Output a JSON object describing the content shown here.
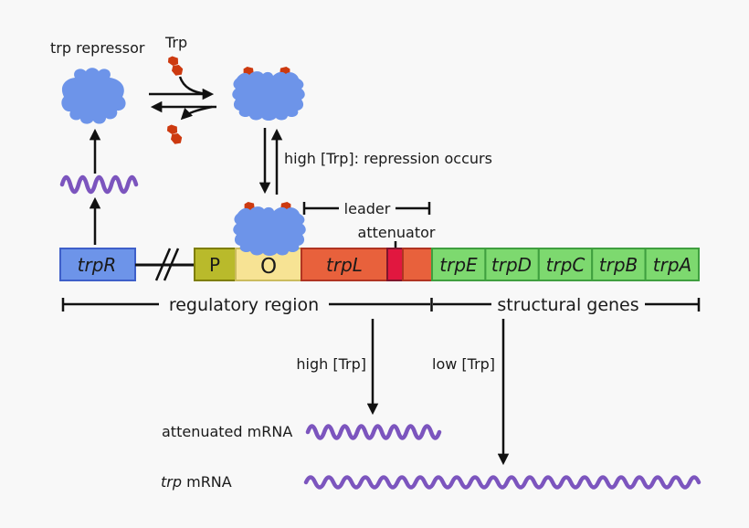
{
  "labels": {
    "trp_repressor": "trp repressor",
    "trp": "Trp",
    "high_trp_repression": "high [Trp]: repression occurs",
    "leader": "leader",
    "attenuator": "attenuator",
    "regulatory_region": "regulatory region",
    "structural_genes": "structural genes",
    "high_trp": "high [Trp]",
    "low_trp": "low [Trp]",
    "attenuated_mrna": "attenuated mRNA",
    "trp_mrna_gene": "trp",
    "trp_mrna_rest": " mRNA"
  },
  "genes": {
    "trpR": "trpR",
    "promoter": "P",
    "operator": "O",
    "trpL": "trpL",
    "structural": [
      "trpE",
      "trpD",
      "trpC",
      "trpB",
      "trpA"
    ]
  },
  "colors": {
    "background": "#f8f8f8",
    "repressor_blue": "#6d94e9",
    "trpr_border": "#3e5fc9",
    "trp_red": "#cd3a10",
    "promoter_olive": "#b9ba2b",
    "promoter_border": "#7e7e00",
    "operator_yellow": "#f7e394",
    "operator_border": "#cbbc5e",
    "trpl_orange": "#e8613c",
    "trpl_border": "#b03422",
    "attenuator_crimson": "#e1173f",
    "attenuator_border": "#80152c",
    "gene_green": "#7dd96f",
    "gene_border": "#3f9f3f",
    "mrna_purple": "#7c55be",
    "ink": "#1a1a1a"
  }
}
